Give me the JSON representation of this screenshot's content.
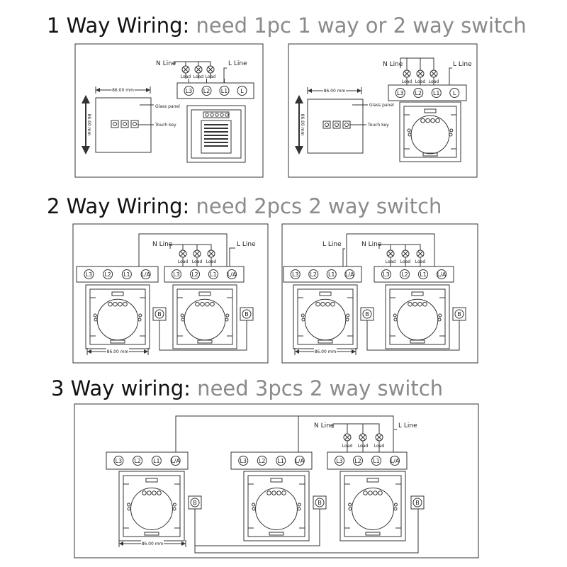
{
  "headings": [
    {
      "lead": "1 Way Wiring:",
      "rest": " need 1pc 1 way or 2 way switch"
    },
    {
      "lead": "2 Way Wiring:",
      "rest": " need 2pcs 2 way switch"
    },
    {
      "lead": "3 Way wiring:",
      "rest": " need 3pcs 2 way switch"
    }
  ],
  "labels": {
    "n_line": "N  Line",
    "l_line": "L  Line",
    "load": "Load",
    "glass_panel": "Glass panel",
    "touch_key": "Touch key",
    "dim": "86.00 mm",
    "dim_v": "86.00 mm",
    "b": "B"
  },
  "terminals": [
    "L3",
    "L2",
    "L1",
    "L"
  ],
  "terminals_2way": [
    "L3",
    "L2",
    "L1",
    "L/A"
  ],
  "colors": {
    "line": "#333333",
    "heading_dark": "#111111",
    "heading_gray": "#8a8a8a"
  }
}
